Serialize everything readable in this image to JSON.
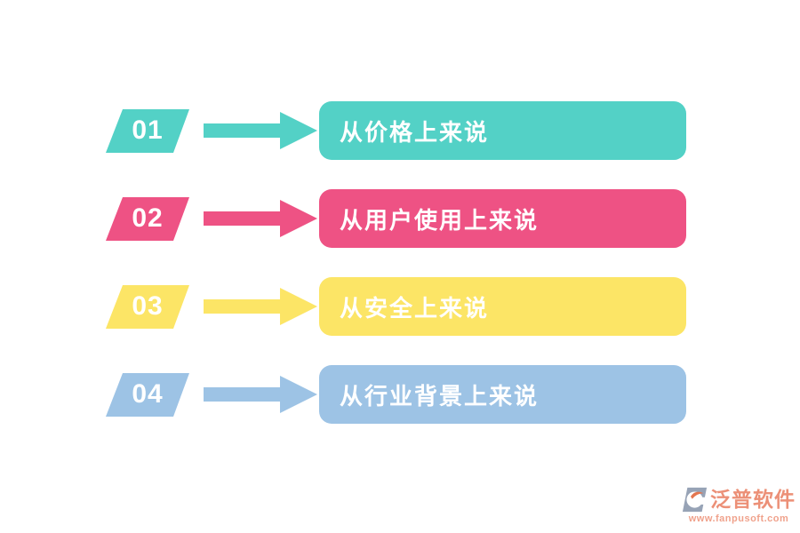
{
  "rows": [
    {
      "number": "01",
      "label": "从价格上来说",
      "color": "#53D1C6"
    },
    {
      "number": "02",
      "label": "从用户使用上来说",
      "color": "#EE5284"
    },
    {
      "number": "03",
      "label": "从安全上来说",
      "color": "#FCE566"
    },
    {
      "number": "04",
      "label": "从行业背景上来说",
      "color": "#9DC3E5"
    }
  ],
  "watermark": {
    "brand": "泛普软件",
    "url": "www.fanpusoft.com",
    "brand_color": "#EC9077",
    "url_color": "#F0A28C",
    "logo_gray": "#97A3B6",
    "logo_orange": "#E4764F"
  }
}
